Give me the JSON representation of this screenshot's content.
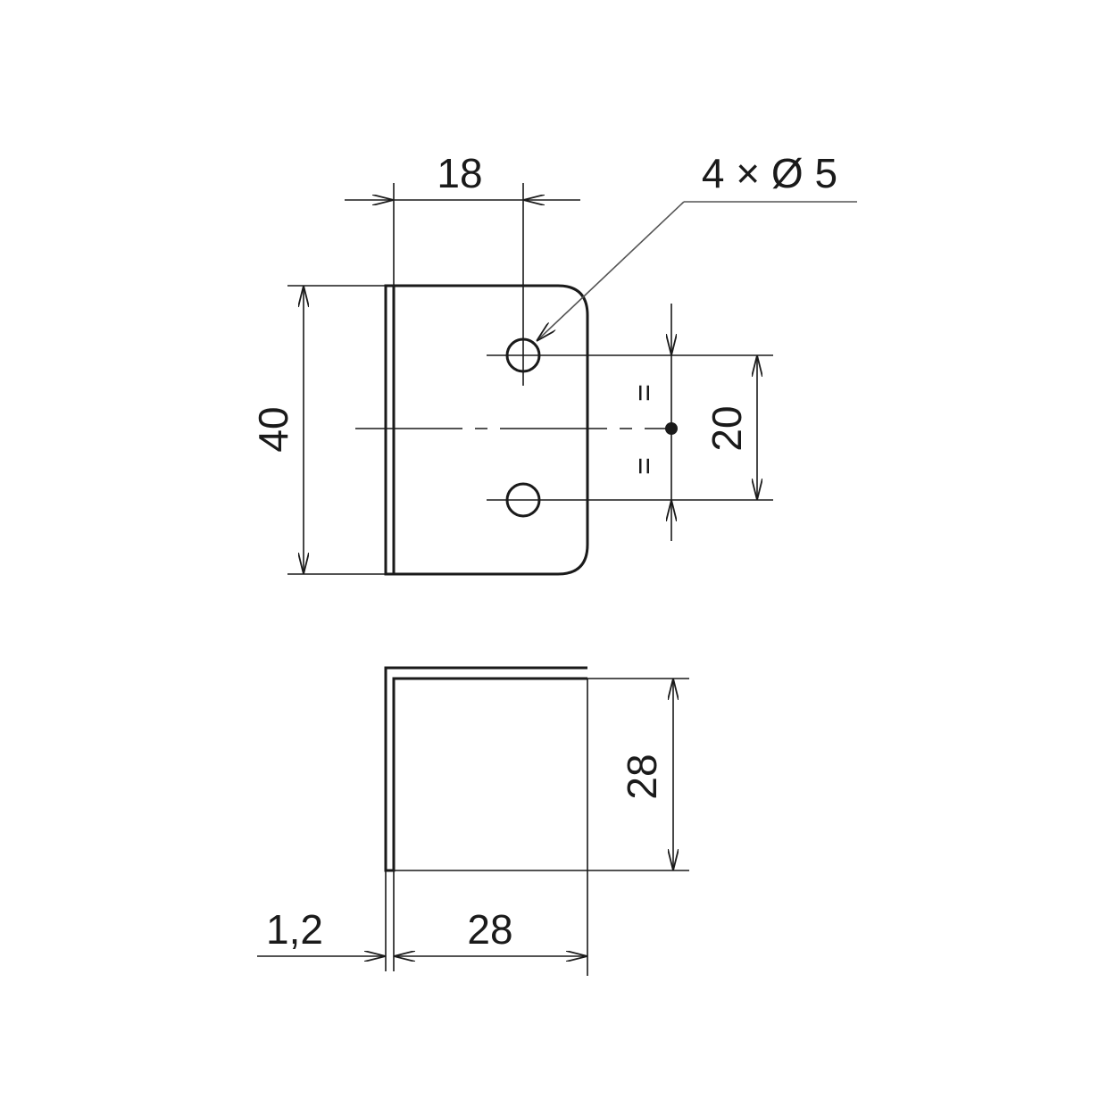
{
  "drawing": {
    "dimensions": {
      "top_width": "18",
      "hole_spec": "4 × Ø 5",
      "height": "40",
      "hole_spacing": "20",
      "equal_mark": "=",
      "side_height": "28",
      "thickness": "1,2",
      "side_width": "28"
    }
  }
}
